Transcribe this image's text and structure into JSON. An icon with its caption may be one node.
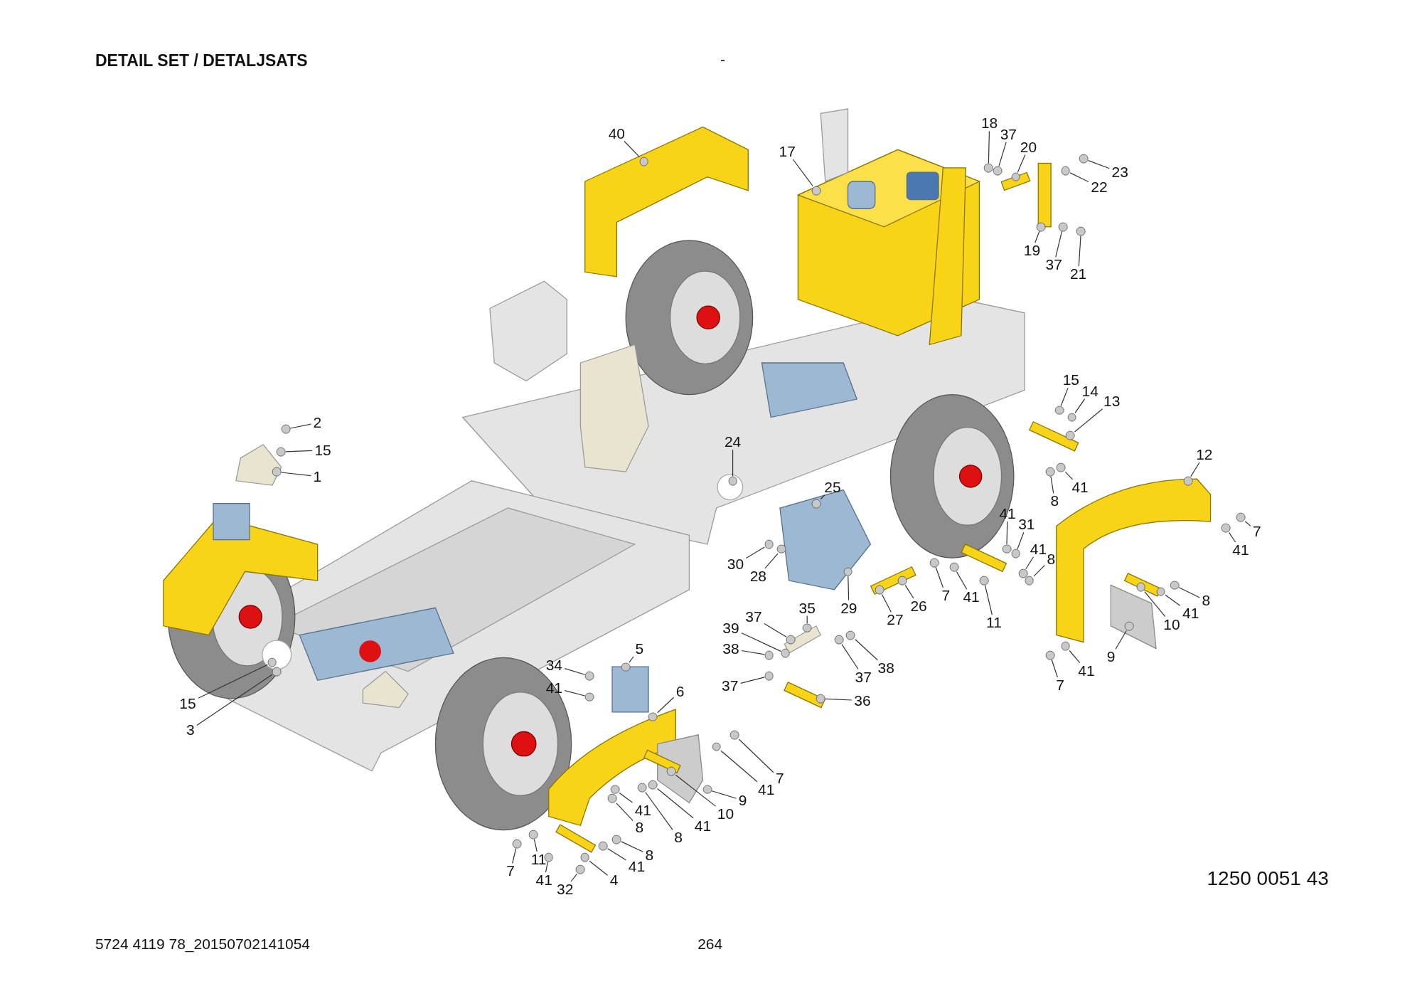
{
  "diagram": {
    "title": "DETAIL SET / DETALJSATS",
    "nodes": [
      {
        "text": [
          "40"
        ]
      },
      {
        "text": [
          "17"
        ]
      },
      {
        "text": [
          "18"
        ]
      },
      {
        "text": [
          "37"
        ]
      },
      {
        "text": [
          "20"
        ]
      },
      {
        "text": [
          "23"
        ]
      },
      {
        "text": [
          "22"
        ]
      },
      {
        "text": [
          "19"
        ]
      },
      {
        "text": [
          "37"
        ]
      },
      {
        "text": [
          "21"
        ]
      },
      {
        "text": [
          "15"
        ]
      },
      {
        "text": [
          "14"
        ]
      },
      {
        "text": [
          "13"
        ]
      },
      {
        "text": [
          "12"
        ]
      },
      {
        "text": [
          "8"
        ]
      },
      {
        "text": [
          "41"
        ]
      },
      {
        "text": [
          "7"
        ]
      },
      {
        "text": [
          "41"
        ]
      },
      {
        "text": [
          "41"
        ]
      },
      {
        "text": [
          "31"
        ]
      },
      {
        "text": [
          "41"
        ]
      },
      {
        "text": [
          "8"
        ]
      },
      {
        "text": [
          "2"
        ]
      },
      {
        "text": [
          "15"
        ]
      },
      {
        "text": [
          "1"
        ]
      },
      {
        "text": [
          "24"
        ]
      },
      {
        "text": [
          "25"
        ]
      },
      {
        "text": [
          "30"
        ]
      },
      {
        "text": [
          "28"
        ]
      },
      {
        "text": [
          "29"
        ]
      },
      {
        "text": [
          "26"
        ]
      },
      {
        "text": [
          "27"
        ]
      },
      {
        "text": [
          "7"
        ]
      },
      {
        "text": [
          "41"
        ]
      },
      {
        "text": [
          "11"
        ]
      },
      {
        "text": [
          "35"
        ]
      },
      {
        "text": [
          "37"
        ]
      },
      {
        "text": [
          "39"
        ]
      },
      {
        "text": [
          "38"
        ]
      },
      {
        "text": [
          "37"
        ]
      },
      {
        "text": [
          "37"
        ]
      },
      {
        "text": [
          "38"
        ]
      },
      {
        "text": [
          "36"
        ]
      },
      {
        "text": [
          "34"
        ]
      },
      {
        "text": [
          "41"
        ]
      },
      {
        "text": [
          "5"
        ]
      },
      {
        "text": [
          "6"
        ]
      },
      {
        "text": [
          "10"
        ]
      },
      {
        "text": [
          "41"
        ]
      },
      {
        "text": [
          "8"
        ]
      },
      {
        "text": [
          "9"
        ]
      },
      {
        "text": [
          "41"
        ]
      },
      {
        "text": [
          "7"
        ]
      },
      {
        "text": [
          "15"
        ]
      },
      {
        "text": [
          "3"
        ]
      },
      {
        "text": [
          "7"
        ]
      },
      {
        "text": [
          "41"
        ]
      },
      {
        "text": [
          "9"
        ]
      },
      {
        "text": [
          "10"
        ]
      },
      {
        "text": [
          "41"
        ]
      },
      {
        "text": [
          "8"
        ]
      },
      {
        "text": [
          "41"
        ]
      },
      {
        "text": [
          "8"
        ]
      },
      {
        "text": [
          "8"
        ]
      },
      {
        "text": [
          "41"
        ]
      },
      {
        "text": [
          "4"
        ]
      },
      {
        "text": [
          "32"
        ]
      },
      {
        "text": [
          "41"
        ]
      },
      {
        "text": [
          "11"
        ]
      },
      {
        "text": [
          "7"
        ]
      },
      {
        "text": [],
        "shape": "circle"
      },
      {
        "text": [],
        "shape": "circle"
      },
      {
        "text": [],
        "shape": "circle"
      },
      {
        "text": [],
        "shape": "circle"
      },
      {
        "text": [],
        "shape": "circle"
      },
      {
        "text": [],
        "shape": "circle"
      },
      {
        "text": [],
        "shape": "circle"
      },
      {
        "text": [],
        "shape": "circle"
      },
      {
        "text": [],
        "shape": "circle"
      },
      {
        "text": [],
        "shape": "circle"
      },
      {
        "text": [],
        "shape": "circle"
      },
      {
        "text": [],
        "shape": "circle"
      },
      {
        "text": [],
        "shape": "circle"
      },
      {
        "text": [],
        "shape": "circle"
      },
      {
        "text": [],
        "shape": "circle"
      },
      {
        "text": [],
        "shape": "circle"
      },
      {
        "text": [],
        "shape": "circle"
      },
      {
        "text": [],
        "shape": "circle"
      },
      {
        "text": [],
        "shape": "circle"
      },
      {
        "text": [],
        "shape": "circle"
      },
      {
        "text": [],
        "shape": "circle"
      },
      {
        "text": [],
        "shape": "circle"
      },
      {
        "text": [],
        "shape": "circle"
      },
      {
        "text": [],
        "shape": "circle"
      },
      {
        "text": [],
        "shape": "circle"
      },
      {
        "text": [],
        "shape": "circle"
      },
      {
        "text": [],
        "shape": "circle"
      },
      {
        "text": [],
        "shape": "circle"
      },
      {
        "text": [],
        "shape": "circle"
      },
      {
        "text": [],
        "shape": "circle"
      },
      {
        "text": [],
        "shape": "circle"
      },
      {
        "text": [],
        "shape": "circle"
      },
      {
        "text": [],
        "shape": "circle"
      },
      {
        "text": [],
        "shape": "circle"
      },
      {
        "text": [],
        "shape": "circle"
      },
      {
        "text": [],
        "shape": "circle"
      },
      {
        "text": [],
        "shape": "circle"
      },
      {
        "text": [],
        "shape": "circle"
      },
      {
        "text": [],
        "shape": "circle"
      },
      {
        "text": [],
        "shape": "circle"
      },
      {
        "text": [],
        "shape": "circle"
      },
      {
        "text": [],
        "shape": "circle"
      },
      {
        "text": [],
        "shape": "circle"
      },
      {
        "text": [],
        "shape": "circle"
      },
      {
        "text": [],
        "shape": "circle"
      },
      {
        "text": [],
        "shape": "circle"
      },
      {
        "text": [],
        "shape": "circle"
      },
      {
        "text": [],
        "shape": "circle"
      },
      {
        "text": [],
        "shape": "circle"
      },
      {
        "text": [],
        "shape": "circle"
      },
      {
        "text": [],
        "shape": "circle"
      },
      {
        "text": [],
        "shape": "circle"
      },
      {
        "text": [],
        "shape": "circle"
      },
      {
        "text": [],
        "shape": "circle"
      },
      {
        "text": [],
        "shape": "circle"
      },
      {
        "text": [],
        "shape": "circle"
      },
      {
        "text": [],
        "shape": "circle"
      },
      {
        "text": [],
        "shape": "circle"
      },
      {
        "text": [],
        "shape": "circle"
      },
      {
        "text": [],
        "shape": "circle"
      },
      {
        "text": [],
        "shape": "circle"
      },
      {
        "text": [],
        "shape": "circle"
      },
      {
        "text": [],
        "shape": "circle"
      },
      {
        "text": [],
        "shape": "circle"
      },
      {
        "text": [],
        "shape": "circle"
      },
      {
        "text": [],
        "shape": "circle"
      },
      {
        "text": [],
        "shape": "circle"
      },
      {
        "text": [],
        "shape": "circle"
      },
      {
        "text": [],
        "shape": "circle"
      },
      {
        "text": [],
        "shape": "circle"
      }
    ],
    "edges": [
      {
        "from": 0,
        "to": 70,
        "arrow": "none"
      },
      {
        "from": 1,
        "to": 71,
        "arrow": "none"
      },
      {
        "from": 2,
        "to": 72,
        "arrow": "none"
      },
      {
        "from": 3,
        "to": 73,
        "arrow": "none"
      },
      {
        "from": 4,
        "to": 74,
        "arrow": "none"
      },
      {
        "from": 5,
        "to": 75,
        "arrow": "none"
      },
      {
        "from": 6,
        "to": 76,
        "arrow": "none"
      },
      {
        "from": 7,
        "to": 77,
        "arrow": "none"
      },
      {
        "from": 8,
        "to": 78,
        "arrow": "none"
      },
      {
        "from": 9,
        "to": 79,
        "arrow": "none"
      },
      {
        "from": 10,
        "to": 80,
        "arrow": "none"
      },
      {
        "from": 11,
        "to": 81,
        "arrow": "none"
      },
      {
        "from": 12,
        "to": 82,
        "arrow": "none"
      },
      {
        "from": 13,
        "to": 83,
        "arrow": "none"
      },
      {
        "from": 14,
        "to": 84,
        "arrow": "none"
      },
      {
        "from": 15,
        "to": 85,
        "arrow": "none"
      },
      {
        "from": 16,
        "to": 86,
        "arrow": "none"
      },
      {
        "from": 17,
        "to": 87,
        "arrow": "none"
      },
      {
        "from": 18,
        "to": 88,
        "arrow": "none"
      },
      {
        "from": 19,
        "to": 89,
        "arrow": "none"
      },
      {
        "from": 20,
        "to": 90,
        "arrow": "none"
      },
      {
        "from": 21,
        "to": 91,
        "arrow": "none"
      },
      {
        "from": 22,
        "to": 92,
        "arrow": "none"
      },
      {
        "from": 23,
        "to": 93,
        "arrow": "none"
      },
      {
        "from": 24,
        "to": 94,
        "arrow": "none"
      },
      {
        "from": 25,
        "to": 95,
        "arrow": "none"
      },
      {
        "from": 26,
        "to": 96,
        "arrow": "none"
      },
      {
        "from": 27,
        "to": 97,
        "arrow": "none"
      },
      {
        "from": 28,
        "to": 98,
        "arrow": "none"
      },
      {
        "from": 29,
        "to": 99,
        "arrow": "none"
      },
      {
        "from": 30,
        "to": 100,
        "arrow": "none"
      },
      {
        "from": 31,
        "to": 101,
        "arrow": "none"
      },
      {
        "from": 32,
        "to": 102,
        "arrow": "none"
      },
      {
        "from": 33,
        "to": 103,
        "arrow": "none"
      },
      {
        "from": 34,
        "to": 104,
        "arrow": "none"
      },
      {
        "from": 35,
        "to": 105,
        "arrow": "none"
      },
      {
        "from": 36,
        "to": 106,
        "arrow": "none"
      },
      {
        "from": 37,
        "to": 107,
        "arrow": "none"
      },
      {
        "from": 38,
        "to": 108,
        "arrow": "none"
      },
      {
        "from": 39,
        "to": 109,
        "arrow": "none"
      },
      {
        "from": 40,
        "to": 110,
        "arrow": "none"
      },
      {
        "from": 41,
        "to": 111,
        "arrow": "none"
      },
      {
        "from": 42,
        "to": 112,
        "arrow": "none"
      },
      {
        "from": 43,
        "to": 113,
        "arrow": "none"
      },
      {
        "from": 44,
        "to": 114,
        "arrow": "none"
      },
      {
        "from": 45,
        "to": 115,
        "arrow": "none"
      },
      {
        "from": 46,
        "to": 116,
        "arrow": "none"
      },
      {
        "from": 47,
        "to": 117,
        "arrow": "none"
      },
      {
        "from": 48,
        "to": 118,
        "arrow": "none"
      },
      {
        "from": 49,
        "to": 119,
        "arrow": "none"
      },
      {
        "from": 50,
        "to": 120,
        "arrow": "none"
      },
      {
        "from": 51,
        "to": 121,
        "arrow": "none"
      },
      {
        "from": 52,
        "to": 122,
        "arrow": "none"
      },
      {
        "from": 53,
        "to": 123,
        "arrow": "none"
      },
      {
        "from": 54,
        "to": 124,
        "arrow": "none"
      },
      {
        "from": 55,
        "to": 125,
        "arrow": "none"
      },
      {
        "from": 56,
        "to": 126,
        "arrow": "none"
      },
      {
        "from": 57,
        "to": 127,
        "arrow": "none"
      },
      {
        "from": 58,
        "to": 128,
        "arrow": "none"
      },
      {
        "from": 59,
        "to": 129,
        "arrow": "none"
      },
      {
        "from": 60,
        "to": 130,
        "arrow": "none"
      },
      {
        "from": 61,
        "to": 131,
        "arrow": "none"
      },
      {
        "from": 62,
        "to": 132,
        "arrow": "none"
      },
      {
        "from": 63,
        "to": 133,
        "arrow": "none"
      },
      {
        "from": 64,
        "to": 134,
        "arrow": "none"
      },
      {
        "from": 65,
        "to": 135,
        "arrow": "none"
      },
      {
        "from": 66,
        "to": 136,
        "arrow": "none"
      },
      {
        "from": 67,
        "to": 137,
        "arrow": "none"
      },
      {
        "from": 68,
        "to": 138,
        "arrow": "none"
      },
      {
        "from": 69,
        "to": 139,
        "arrow": "none"
      }
    ],
    "labels": [
      "-",
      "1250 0051 43",
      "5724 4119 78_20150702141054",
      "264"
    ]
  }
}
